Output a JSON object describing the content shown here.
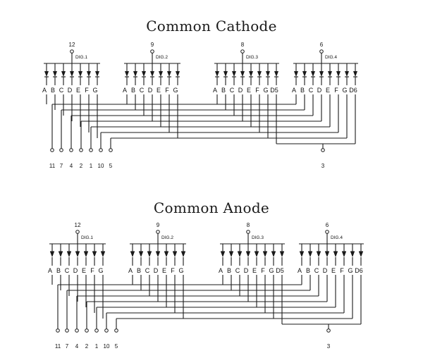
{
  "diagrams": [
    {
      "title": "Common Cathode",
      "digits": [
        {
          "pin": "12",
          "label": "DIG.1",
          "segments": [
            "A",
            "B",
            "C",
            "D",
            "E",
            "F",
            "G"
          ]
        },
        {
          "pin": "9",
          "label": "DIG.2",
          "segments": [
            "A",
            "B",
            "C",
            "D",
            "E",
            "F",
            "G"
          ]
        },
        {
          "pin": "8",
          "label": "DIG.3",
          "segments": [
            "A",
            "B",
            "C",
            "D",
            "E",
            "F",
            "G",
            "D5"
          ]
        },
        {
          "pin": "6",
          "label": "DIG.4",
          "segments": [
            "A",
            "B",
            "C",
            "D",
            "E",
            "F",
            "G",
            "D6"
          ]
        }
      ],
      "bottom_pins": [
        "11",
        "7",
        "4",
        "2",
        "1",
        "10",
        "5"
      ],
      "dp_pin": "3"
    },
    {
      "title": "Common Anode",
      "digits": [
        {
          "pin": "12",
          "label": "DIG.1",
          "segments": [
            "A",
            "B",
            "C",
            "D",
            "E",
            "F",
            "G"
          ]
        },
        {
          "pin": "9",
          "label": "DIG.2",
          "segments": [
            "A",
            "B",
            "C",
            "D",
            "E",
            "F",
            "G"
          ]
        },
        {
          "pin": "8",
          "label": "DIG.3",
          "segments": [
            "A",
            "B",
            "C",
            "D",
            "E",
            "F",
            "G",
            "D5"
          ]
        },
        {
          "pin": "6",
          "label": "DIG.4",
          "segments": [
            "A",
            "B",
            "C",
            "D",
            "E",
            "F",
            "G",
            "D6"
          ]
        }
      ],
      "bottom_pins": [
        "11",
        "7",
        "4",
        "2",
        "1",
        "10",
        "5"
      ],
      "dp_pin": "3"
    }
  ],
  "colors": {
    "line": "#1a1a1a",
    "background": "#ffffff"
  }
}
